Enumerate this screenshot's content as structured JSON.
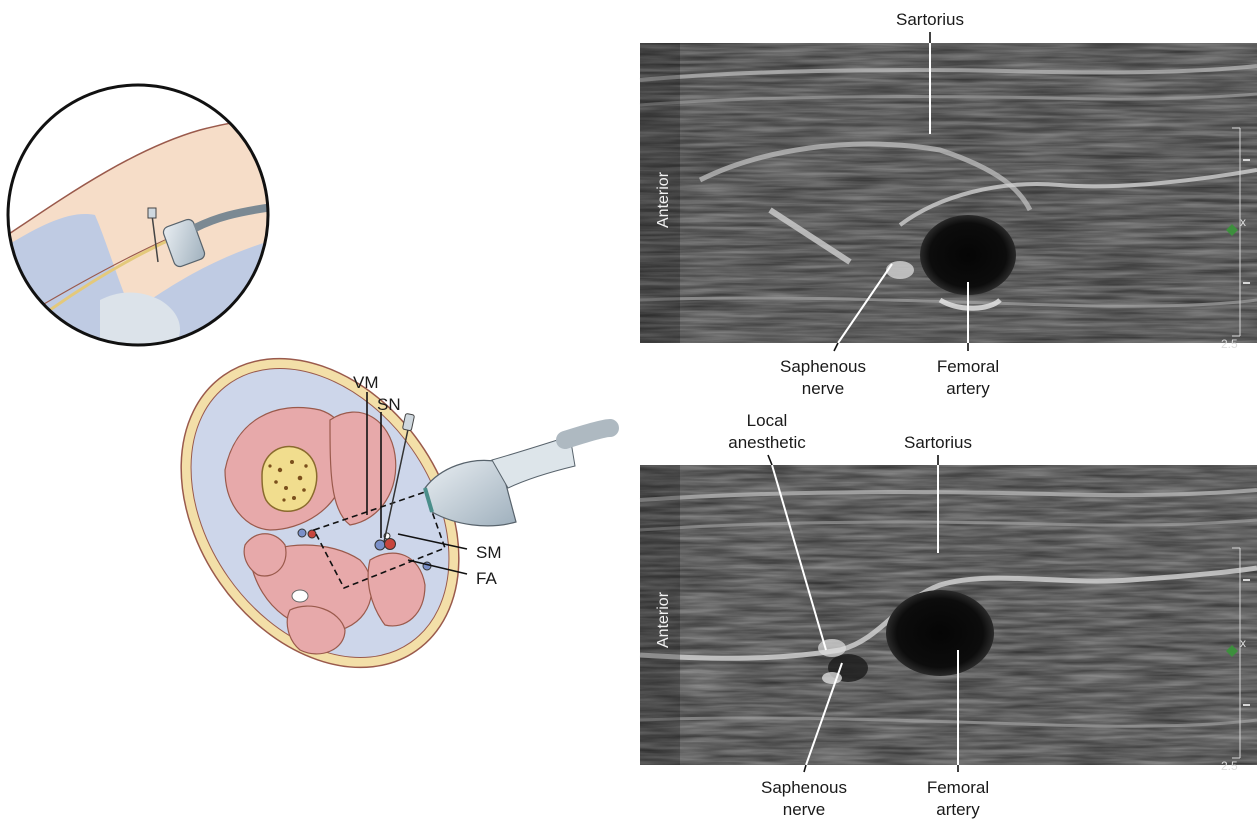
{
  "illustration": {
    "labels": {
      "vm": "VM",
      "sn": "SN",
      "sm": "SM",
      "fa": "FA"
    },
    "colors": {
      "skin": "#f3dfa8",
      "muscle": "#e7a9aa",
      "fascia": "#cdd6ea",
      "bone": "#f1dd8e",
      "probe": "#c7d4de"
    }
  },
  "ultrasound_top": {
    "orientation_label": "Anterior",
    "labels": {
      "muscle": "Sartorius",
      "nerve_line1": "Saphenous",
      "nerve_line2": "nerve",
      "artery_line1": "Femoral",
      "artery_line2": "artery"
    },
    "scale_marker": "x",
    "depth_readout": "2.5"
  },
  "ultrasound_bottom": {
    "orientation_label": "Anterior",
    "labels": {
      "anesthetic_line1": "Local",
      "anesthetic_line2": "anesthetic",
      "muscle": "Sartorius",
      "nerve_line1": "Saphenous",
      "nerve_line2": "nerve",
      "artery_line1": "Femoral",
      "artery_line2": "artery"
    },
    "scale_marker": "x",
    "depth_readout": "2.5"
  }
}
